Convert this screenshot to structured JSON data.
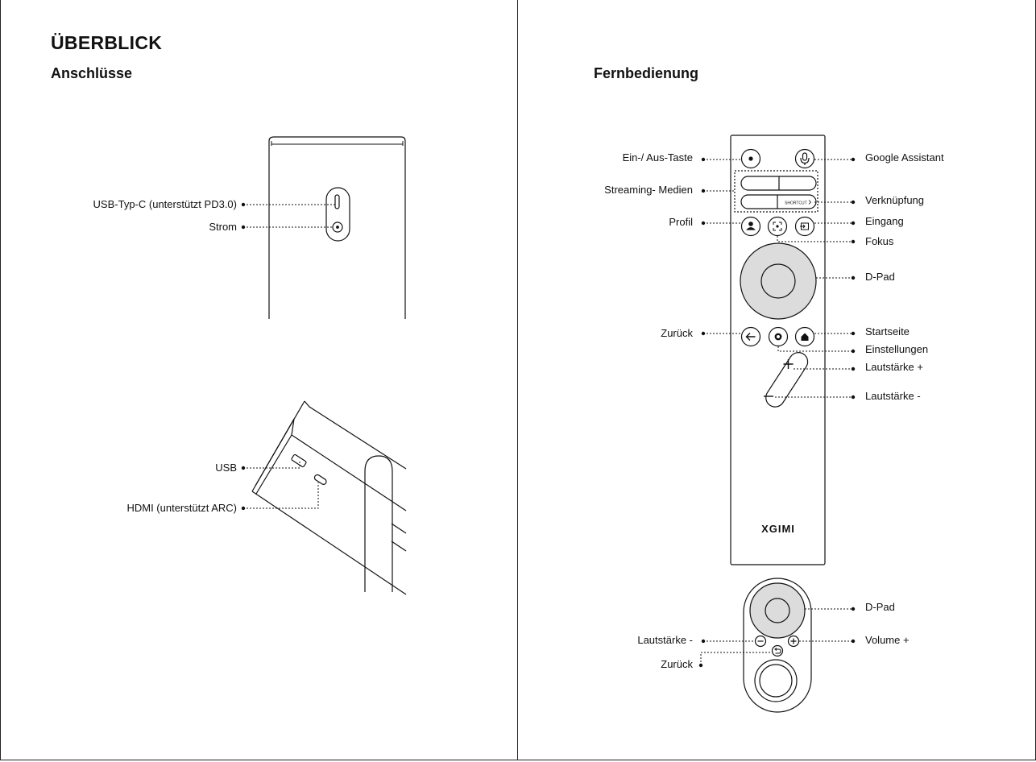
{
  "left_page": {
    "title": "ÜBERBLICK",
    "section": "Anschlüsse",
    "labels": {
      "usb_c": "USB-Typ-C (unterstützt PD3.0)",
      "power": "Strom",
      "usb": "USB",
      "hdmi": "HDMI (unterstützt ARC)"
    }
  },
  "right_page": {
    "section": "Fernbedienung",
    "remote_labels": {
      "power_button": "Ein-/ Aus-Taste",
      "google_assistant": "Google Assistant",
      "streaming": "Streaming- Medien",
      "shortcut": "Verknüpfung",
      "profile": "Profil",
      "input": "Eingang",
      "focus": "Fokus",
      "dpad": "D-Pad",
      "back": "Zurück",
      "home": "Startseite",
      "settings": "Einstellungen",
      "vol_up": "Lautstärke +",
      "vol_down": "Lautstärke -"
    },
    "shortcut_button_text": "SHORTCUT",
    "brand_logo": "XGIMI",
    "mini_remote_labels": {
      "dpad": "D-Pad",
      "vol_down": "Lautstärke -",
      "vol_up": "Volume +",
      "back": "Zurück"
    }
  }
}
